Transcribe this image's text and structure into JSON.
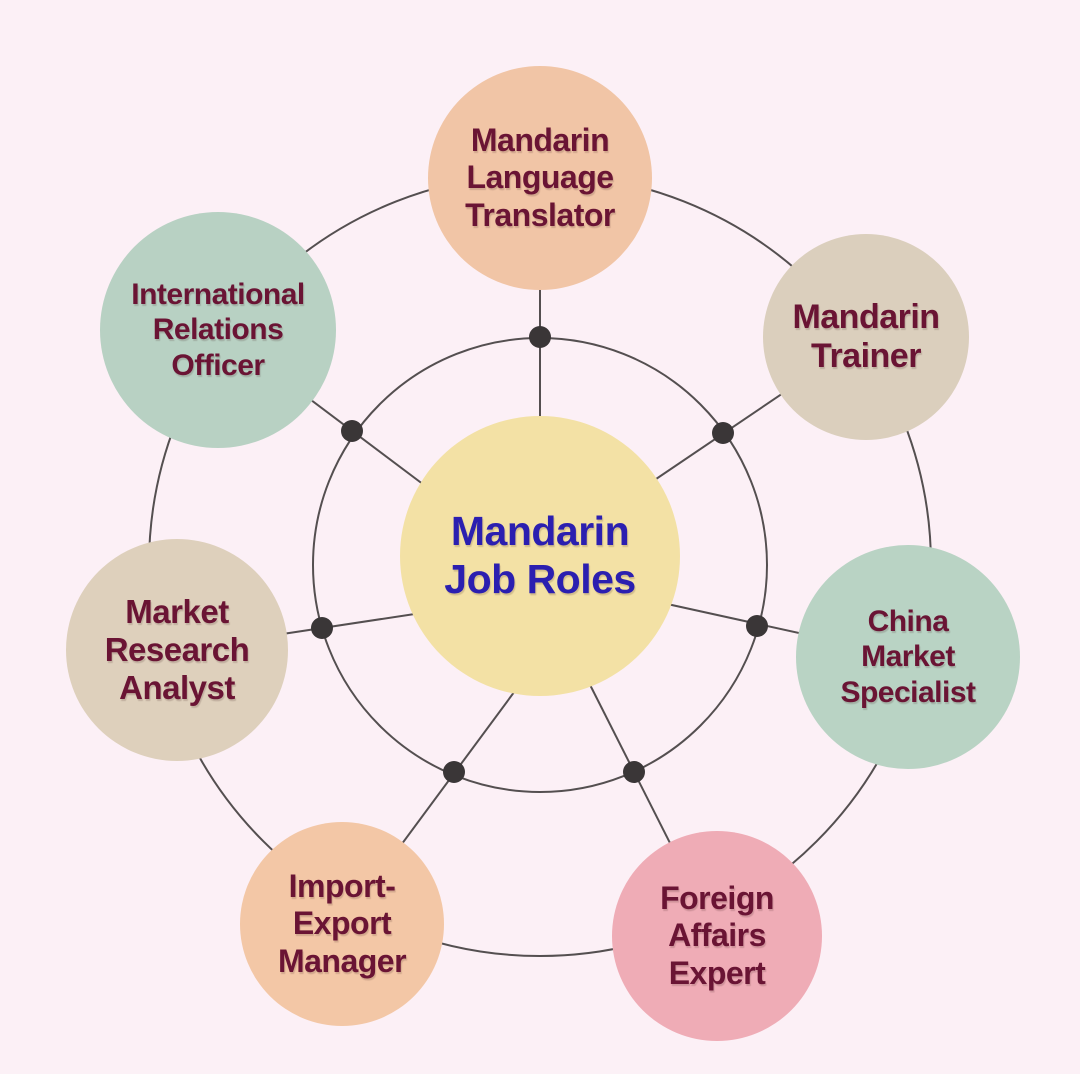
{
  "colors": {
    "background": "#fcf0f6",
    "line": "#544f50",
    "dot": "#3a3637",
    "node_text": "#6a1434",
    "center_text": "#2b1fb0"
  },
  "center": {
    "lines": [
      "Mandarin",
      "Job Roles"
    ],
    "fill": "#f3e1a5"
  },
  "nodes": [
    {
      "id": "mandarin-language-translator",
      "lines": [
        "Mandarin",
        "Language",
        "Translator"
      ],
      "fill": "#f1c5a6"
    },
    {
      "id": "mandarin-trainer",
      "lines": [
        "Mandarin",
        "Trainer"
      ],
      "fill": "#dbcfbd"
    },
    {
      "id": "china-market-specialist",
      "lines": [
        "China",
        "Market",
        "Specialist"
      ],
      "fill": "#b9d3c4"
    },
    {
      "id": "foreign-affairs-expert",
      "lines": [
        "Foreign",
        "Affairs",
        "Expert"
      ],
      "fill": "#efacb6"
    },
    {
      "id": "import-export-manager",
      "lines": [
        "Import-",
        "Export",
        "Manager"
      ],
      "fill": "#f3c7a6"
    },
    {
      "id": "market-research-analyst",
      "lines": [
        "Market",
        "Research",
        "Analyst"
      ],
      "fill": "#ded0bc"
    },
    {
      "id": "international-relations-officer",
      "lines": [
        "International",
        "Relations",
        "Officer"
      ],
      "fill": "#b8d1c3"
    }
  ]
}
